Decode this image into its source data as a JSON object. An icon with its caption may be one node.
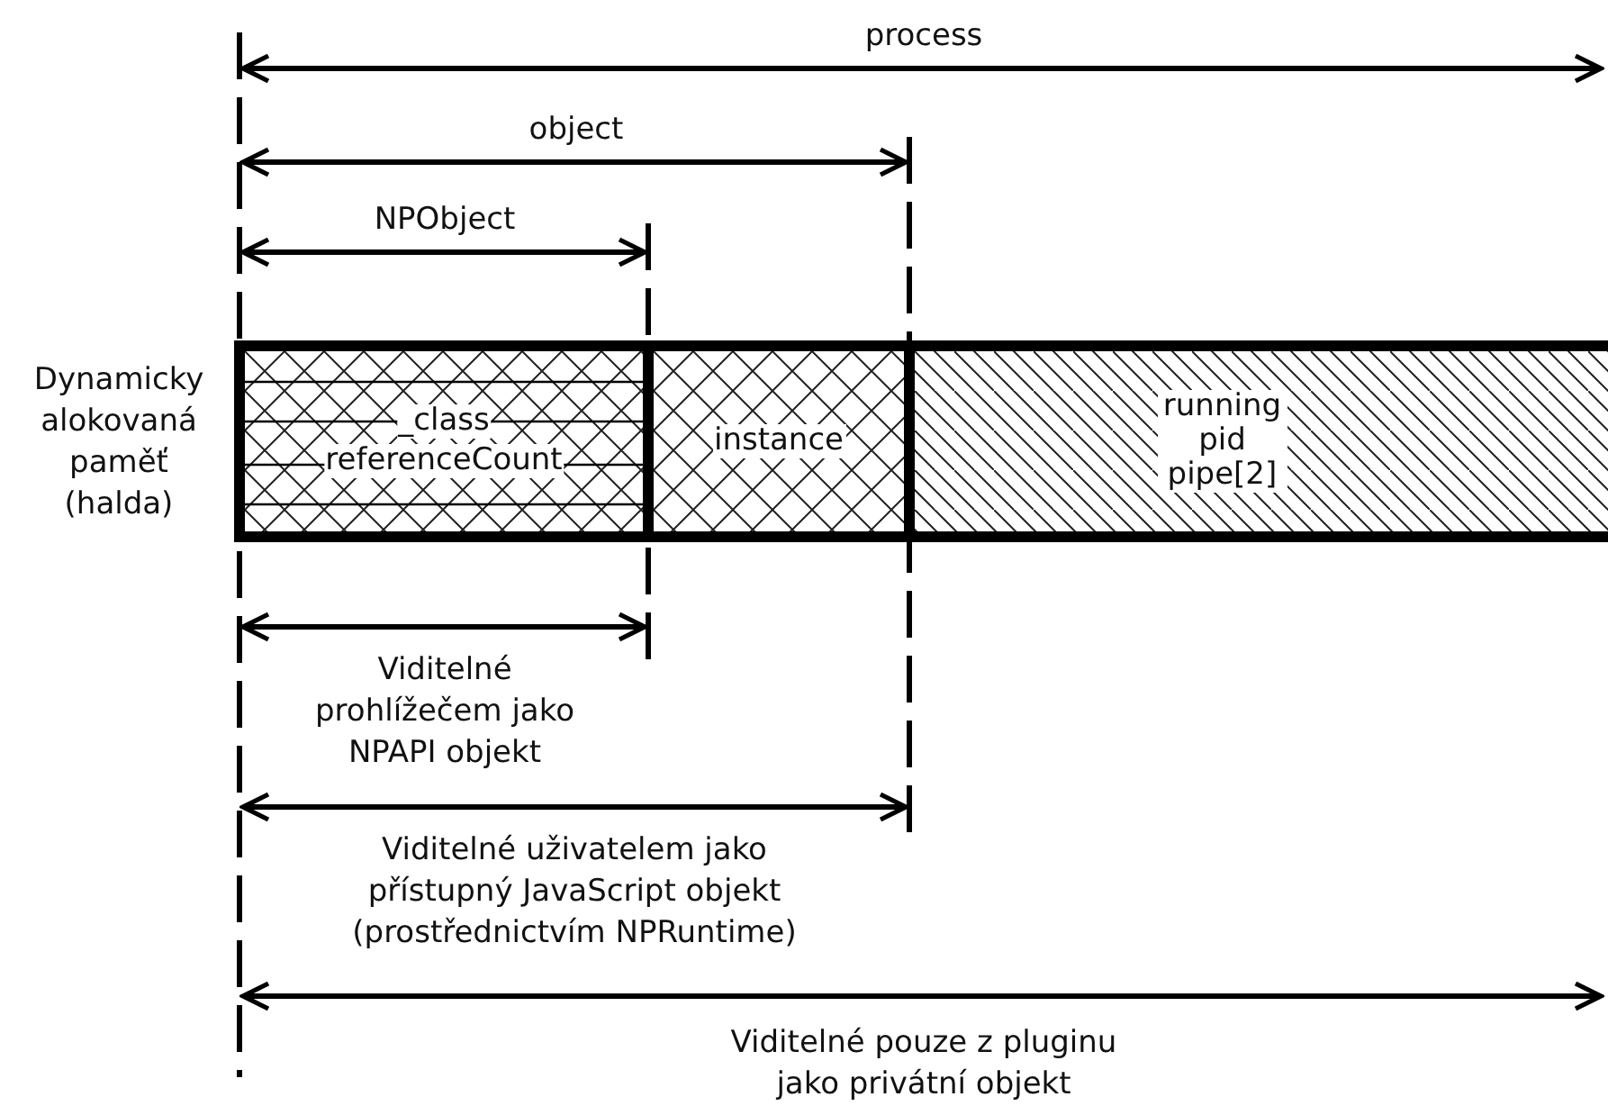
{
  "diagram": {
    "nodes": [
      {
        "text": [
          "_class",
          "referenceCount"
        ]
      },
      {
        "text": [
          "instance"
        ]
      },
      {
        "text": [
          "running pid pipe[2]"
        ]
      }
    ],
    "labels": [
      "process",
      "object",
      "NPObject",
      "Dynamicky alokovaná paměť (halda)",
      "Viditelné prohlížečem jako NPAPI objekt",
      "Viditelné uživatelem jako přístupný JavaScript objekt (prostřednictvím NPRuntime)",
      "Viditelné pouze z pluginu jako privátní objekt"
    ]
  }
}
